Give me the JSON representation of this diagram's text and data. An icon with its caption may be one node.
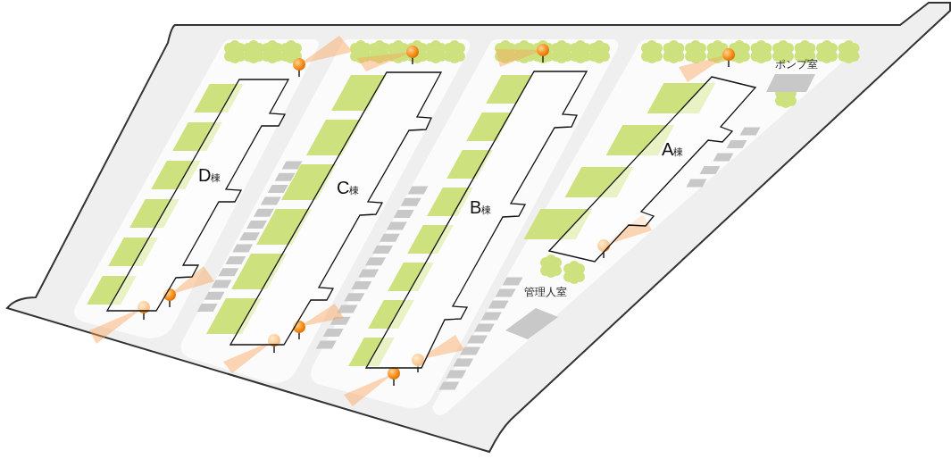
{
  "diagram": {
    "nodes": [
      {
        "text": [
          "D棟"
        ]
      },
      {
        "text": [
          "C棟"
        ]
      },
      {
        "text": [
          "B棟"
        ]
      },
      {
        "text": [
          "A棟"
        ]
      },
      {
        "text": [
          "ポンプ室"
        ]
      },
      {
        "text": [
          "管理人室"
        ]
      }
    ]
  }
}
